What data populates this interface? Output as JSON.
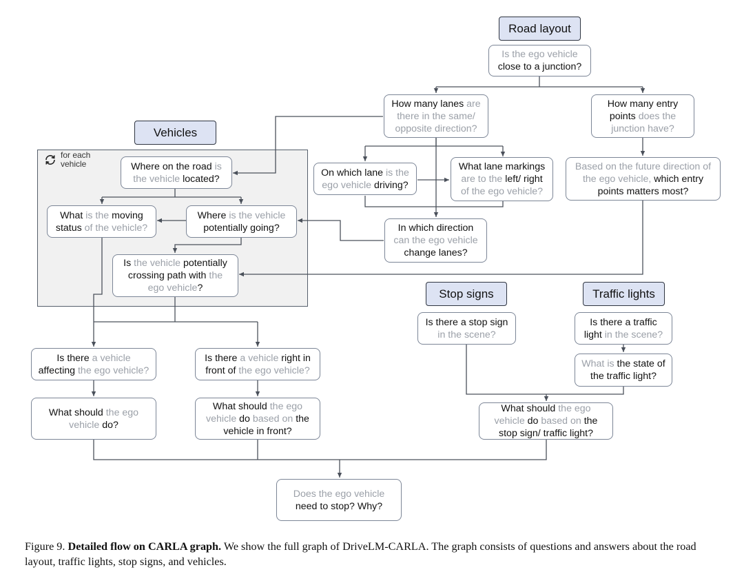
{
  "categories": {
    "road_layout": "Road layout",
    "vehicles": "Vehicles",
    "stop_signs": "Stop signs",
    "traffic_lights": "Traffic lights"
  },
  "loop_label": "for each\nvehicle",
  "nodes": {
    "junction": [
      [
        "Is the ego vehicle\n",
        1
      ],
      [
        "close to a junction?",
        0
      ]
    ],
    "lanes": [
      [
        "How many lanes ",
        0
      ],
      [
        "are\nthere in the same/\nopposite direction?",
        1
      ]
    ],
    "entry": [
      [
        "How many entry\npoints ",
        0
      ],
      [
        "does the\njunction have?",
        1
      ]
    ],
    "which_lane": [
      [
        "On which lane ",
        0
      ],
      [
        "is the\nego vehicle ",
        1
      ],
      [
        "driving?",
        0
      ]
    ],
    "markings": [
      [
        "What lane markings\n",
        0
      ],
      [
        "are to the ",
        1
      ],
      [
        "left/ right\n",
        0
      ],
      [
        "of the ego vehicle?",
        1
      ]
    ],
    "future_dir": [
      [
        "Based on the future direction of\nthe ego vehicle, ",
        1
      ],
      [
        "which entry\npoints matters most?",
        0
      ]
    ],
    "change_lanes": [
      [
        "In which direction\n",
        0
      ],
      [
        "can the ego vehicle\n",
        1
      ],
      [
        "change lanes?",
        0
      ]
    ],
    "where_road": [
      [
        "Where on the road ",
        0
      ],
      [
        "is\nthe vehicle ",
        1
      ],
      [
        "located?",
        0
      ]
    ],
    "moving_status": [
      [
        "What ",
        0
      ],
      [
        "is the ",
        1
      ],
      [
        "moving\n",
        0
      ],
      [
        "status ",
        0
      ],
      [
        "of the vehicle?",
        1
      ]
    ],
    "going": [
      [
        "Where ",
        0
      ],
      [
        "is the vehicle\n",
        1
      ],
      [
        "potentially going?",
        0
      ]
    ],
    "crossing": [
      [
        "Is ",
        0
      ],
      [
        "the vehicle ",
        1
      ],
      [
        "potentially\ncrossing path with ",
        0
      ],
      [
        "the\nego vehicle",
        1
      ],
      [
        "?",
        0
      ]
    ],
    "affecting": [
      [
        "Is there ",
        0
      ],
      [
        "a vehicle\n",
        1
      ],
      [
        "affecting ",
        0
      ],
      [
        "the ego vehicle?",
        1
      ]
    ],
    "right_front": [
      [
        "Is there ",
        0
      ],
      [
        "a vehicle ",
        1
      ],
      [
        "right in\nfront of ",
        0
      ],
      [
        "the ego vehicle?",
        1
      ]
    ],
    "should_do": [
      [
        "What should ",
        0
      ],
      [
        "the ego\nvehicle ",
        1
      ],
      [
        "do?",
        0
      ]
    ],
    "based_front": [
      [
        "What should ",
        0
      ],
      [
        "the ego\nvehicle ",
        1
      ],
      [
        "do ",
        0
      ],
      [
        "based on ",
        1
      ],
      [
        "the\nvehicle in front?",
        0
      ]
    ],
    "stop_sign_q": [
      [
        "Is there a stop sign\n",
        0
      ],
      [
        "in the scene?",
        1
      ]
    ],
    "traffic_light_q": [
      [
        "Is there a traffic\nlight ",
        0
      ],
      [
        "in the scene?",
        1
      ]
    ],
    "light_state": [
      [
        "What is ",
        1
      ],
      [
        "the state of\nthe traffic light?",
        0
      ]
    ],
    "based_sign": [
      [
        "What should ",
        0
      ],
      [
        "the ego\nvehicle ",
        1
      ],
      [
        "do ",
        0
      ],
      [
        "based on ",
        1
      ],
      [
        "the\nstop sign/ traffic light?",
        0
      ]
    ],
    "need_stop": [
      [
        "Does the ego vehicle\n",
        1
      ],
      [
        "need to stop? Why?",
        0
      ]
    ]
  },
  "caption": {
    "prefix": "Figure 9.  ",
    "title": "Detailed flow on CARLA graph.",
    "body": "  We show the full graph of DriveLM-CARLA. The graph consists of questions and answers about the road layout, traffic lights, stop signs, and vehicles."
  }
}
